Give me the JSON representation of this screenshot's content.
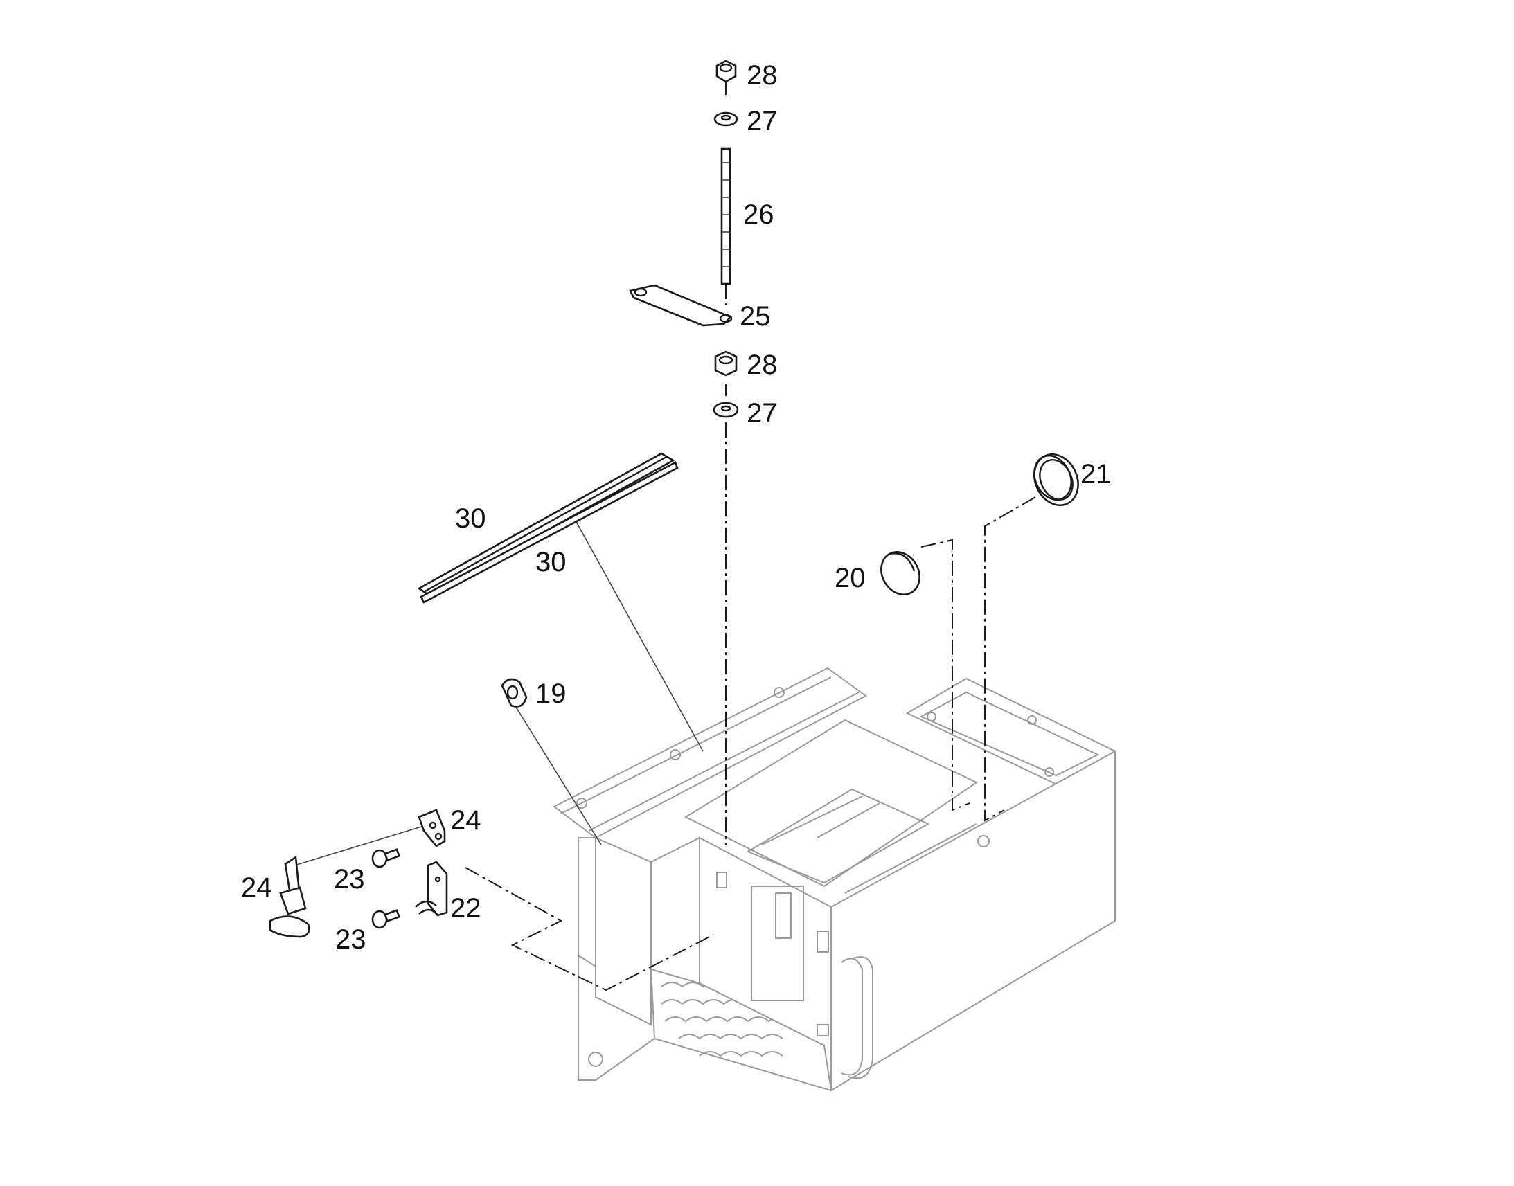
{
  "diagram": {
    "callouts": [
      {
        "id": "c28a",
        "text": "28"
      },
      {
        "id": "c27a",
        "text": "27"
      },
      {
        "id": "c26",
        "text": "26"
      },
      {
        "id": "c25",
        "text": "25"
      },
      {
        "id": "c28b",
        "text": "28"
      },
      {
        "id": "c27b",
        "text": "27"
      },
      {
        "id": "c21",
        "text": "21"
      },
      {
        "id": "c30a",
        "text": "30"
      },
      {
        "id": "c30b",
        "text": "30"
      },
      {
        "id": "c20",
        "text": "20"
      },
      {
        "id": "c19",
        "text": "19"
      },
      {
        "id": "c24a",
        "text": "24"
      },
      {
        "id": "c24b",
        "text": "24"
      },
      {
        "id": "c23a",
        "text": "23"
      },
      {
        "id": "c23b",
        "text": "23"
      },
      {
        "id": "c22",
        "text": "22"
      }
    ]
  }
}
